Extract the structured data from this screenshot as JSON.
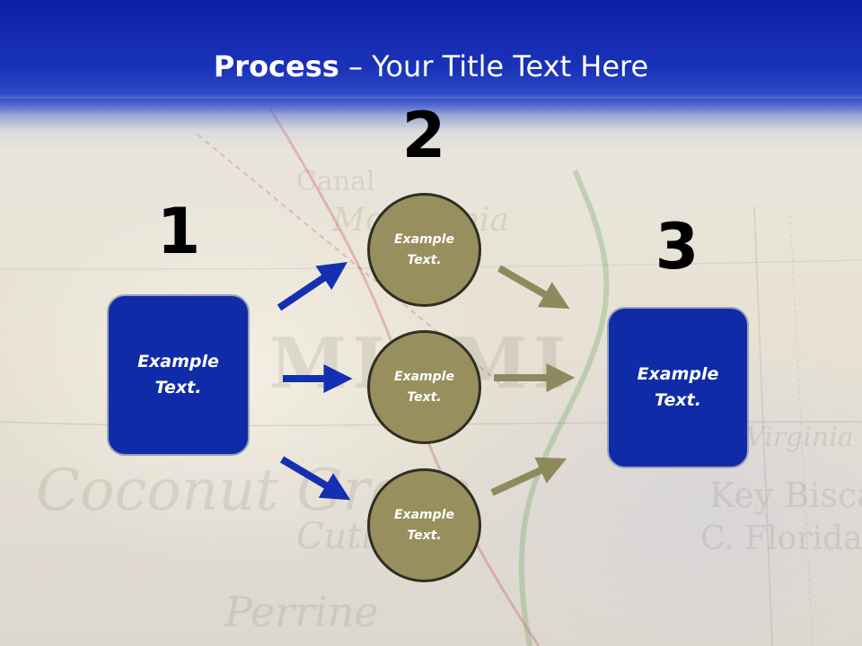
{
  "title": {
    "bold": "Process",
    "rest": " – Your Title Text Here"
  },
  "steps": [
    {
      "number": "1",
      "label_line1": "Example",
      "label_line2": "Text."
    },
    {
      "number": "2",
      "circles": [
        {
          "label_line1": "Example",
          "label_line2": "Text."
        },
        {
          "label_line1": "Example",
          "label_line2": "Text."
        },
        {
          "label_line1": "Example",
          "label_line2": "Text."
        }
      ]
    },
    {
      "number": "3",
      "label_line1": "Example",
      "label_line2": "Text."
    }
  ],
  "colors": {
    "header": "#0b1fa6",
    "box_fill": "#0f2ba8",
    "circle_fill": "#978f5d",
    "arrow_blue": "#1330b0",
    "arrow_olive": "#8f8a5e"
  },
  "background": {
    "map_words": [
      "Canal",
      "Mountania",
      "MIAMI",
      "Coconut Grove",
      "Cutler",
      "Perrine",
      "Key Biscayne",
      "C. Florida",
      "Virginia"
    ]
  }
}
